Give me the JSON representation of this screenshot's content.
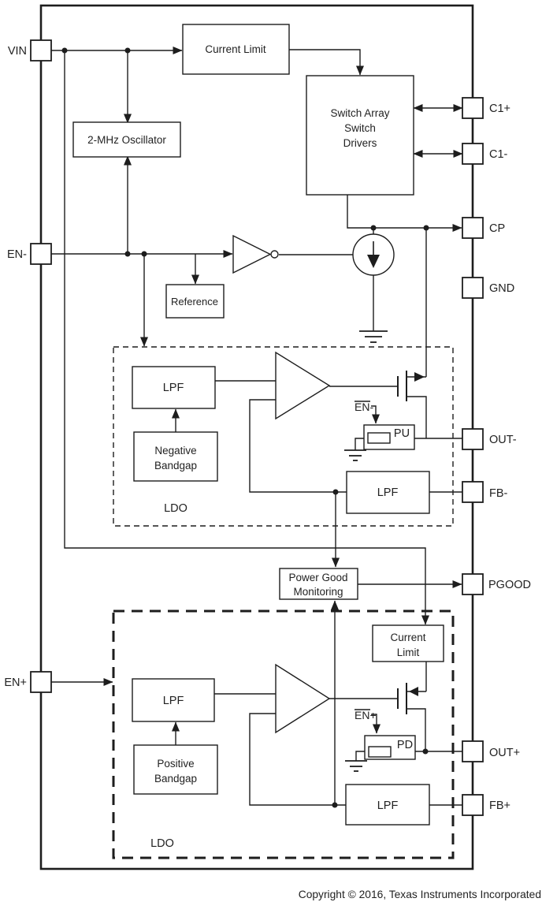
{
  "colors": {
    "ink": "#1d1d1d",
    "background": "#ffffff"
  },
  "pins": {
    "left": [
      {
        "id": "vin",
        "label": "VIN"
      },
      {
        "id": "en_minus",
        "label": "EN-"
      },
      {
        "id": "en_plus",
        "label": "EN+"
      }
    ],
    "right": [
      {
        "id": "c1_plus",
        "label": "C1+"
      },
      {
        "id": "c1_minus",
        "label": "C1-"
      },
      {
        "id": "cp",
        "label": "CP"
      },
      {
        "id": "gnd",
        "label": "GND"
      },
      {
        "id": "out_minus",
        "label": "OUT-"
      },
      {
        "id": "fb_minus",
        "label": "FB-"
      },
      {
        "id": "pgood",
        "label": "PGOOD"
      },
      {
        "id": "out_plus",
        "label": "OUT+"
      },
      {
        "id": "fb_plus",
        "label": "FB+"
      }
    ]
  },
  "blocks": {
    "current_limit_top": {
      "label": "Current Limit"
    },
    "oscillator": {
      "label": "2-MHz Oscillator"
    },
    "switch_array": {
      "lines": [
        "Switch Array",
        "Switch",
        "Drivers"
      ]
    },
    "reference": {
      "label": "Reference"
    },
    "neg_lpf_in": {
      "label": "LPF"
    },
    "negative_bandgap": {
      "lines": [
        "Negative",
        "Bandgap"
      ]
    },
    "neg_ldo": {
      "label": "LDO"
    },
    "neg_lpf_fb": {
      "label": "LPF"
    },
    "power_good": {
      "lines": [
        "Power Good",
        "Monitoring"
      ]
    },
    "current_limit_bottom": {
      "lines": [
        "Current",
        "Limit"
      ]
    },
    "pos_lpf_in": {
      "label": "LPF"
    },
    "positive_bandgap": {
      "lines": [
        "Positive",
        "Bandgap"
      ]
    },
    "pos_ldo": {
      "label": "LDO"
    },
    "pos_lpf_fb": {
      "label": "LPF"
    },
    "pullup": {
      "label": "PU"
    },
    "pulldown": {
      "label": "PD"
    }
  },
  "signals": {
    "en_minus_internal": "EN-",
    "en_plus_internal": "EN+"
  },
  "footer": {
    "copyright": "Copyright © 2016, Texas Instruments Incorporated"
  }
}
